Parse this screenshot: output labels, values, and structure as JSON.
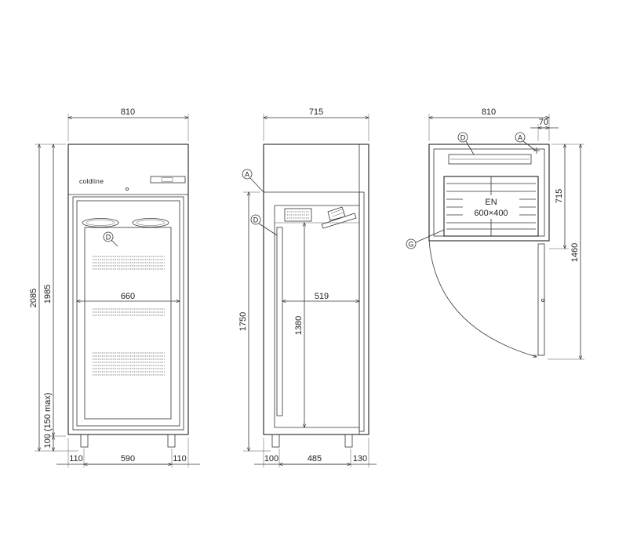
{
  "brand": "coldline",
  "front": {
    "width_total": "810",
    "height_total": "2085",
    "height_body": "1985",
    "height_feet": "100 (150 max)",
    "inner_width": "660",
    "foot_left": "110",
    "foot_span": "590",
    "foot_right": "110",
    "callout_d": "D"
  },
  "side": {
    "depth_total": "715",
    "height_1750": "1750",
    "height_1380": "1380",
    "inner_depth": "519",
    "foot_front": "100",
    "foot_span": "485",
    "foot_back": "130",
    "callout_a": "A",
    "callout_d": "D"
  },
  "top": {
    "width_total": "810",
    "offset_70": "70",
    "depth_715": "715",
    "depth_1460": "1460",
    "tray_line1": "EN",
    "tray_line2": "600×400",
    "callout_a": "A",
    "callout_d": "D",
    "callout_g": "G"
  }
}
